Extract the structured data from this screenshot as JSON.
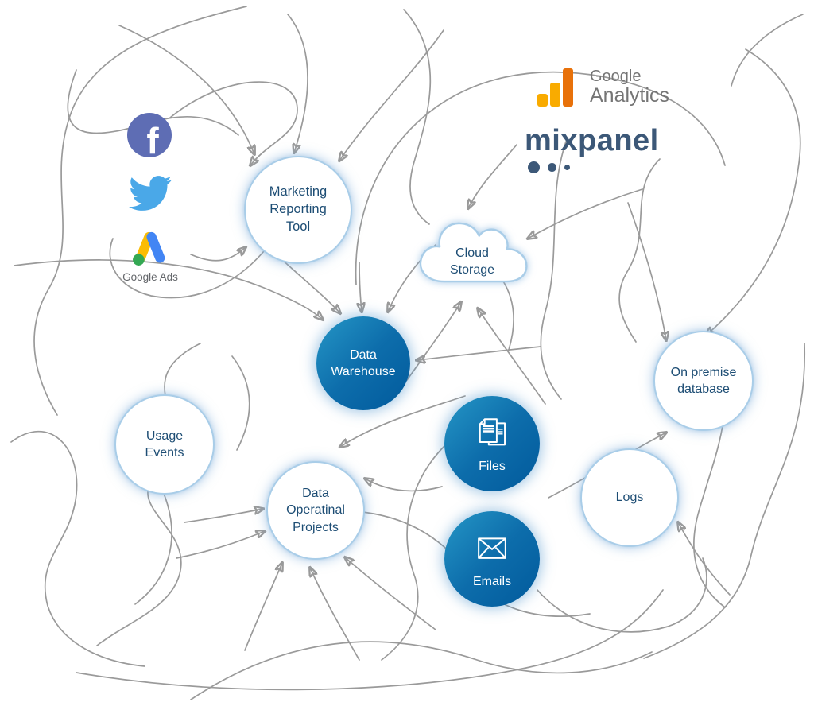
{
  "diagram": {
    "description": "Tangled data-source spaghetti diagram",
    "nodes": [
      {
        "id": "marketing-reporting-tool",
        "label": "Marketing Reporting Tool",
        "type": "outline-circle"
      },
      {
        "id": "cloud-storage",
        "label": "Cloud Storage",
        "type": "cloud"
      },
      {
        "id": "data-warehouse",
        "label": "Data Warehouse",
        "type": "solid-circle"
      },
      {
        "id": "usage-events",
        "label": "Usage Events",
        "type": "outline-circle"
      },
      {
        "id": "data-operatinal-projects",
        "label": "Data Operatinal Projects",
        "type": "outline-circle"
      },
      {
        "id": "files",
        "label": "Files",
        "type": "solid-circle",
        "icon": "documents-icon"
      },
      {
        "id": "emails",
        "label": "Emails",
        "type": "solid-circle",
        "icon": "envelope-icon"
      },
      {
        "id": "logs",
        "label": "Logs",
        "type": "outline-circle"
      },
      {
        "id": "on-premise-database",
        "label": "On premise database",
        "type": "outline-circle"
      }
    ],
    "logos": [
      {
        "id": "facebook",
        "name": "Facebook",
        "icon": "facebook-icon",
        "glyph": "f",
        "color": "#5e6db4"
      },
      {
        "id": "twitter",
        "name": "Twitter",
        "icon": "twitter-bird-icon",
        "color": "#4aa8e8"
      },
      {
        "id": "google-ads",
        "label": "Google Ads",
        "icon": "google-ads-icon",
        "colors": {
          "yellow": "#fbbc04",
          "blue": "#4285f4",
          "green": "#34a853"
        }
      },
      {
        "id": "google-analytics",
        "label_line1": "Google",
        "label_line2": "Analytics",
        "icon": "google-analytics-bars-icon",
        "colors": {
          "light_orange": "#f9ab00",
          "dark_orange": "#e8710a",
          "text_gray": "#757575"
        }
      },
      {
        "id": "mixpanel",
        "label": "mixpanel",
        "icon": "mixpanel-dots-icon",
        "color": "#3c5878"
      }
    ],
    "arrow_targets": [
      {
        "to": "marketing-reporting-tool",
        "count": 5
      },
      {
        "to": "data-warehouse",
        "count": 5
      },
      {
        "to": "cloud-storage",
        "count": 4
      },
      {
        "to": "data-operatinal-projects",
        "count": 7
      },
      {
        "to": "on-premise-database",
        "count": 3
      },
      {
        "to": "logs",
        "count": 1
      }
    ],
    "colors": {
      "solid_node_gradient_start": "#2596c6",
      "solid_node_gradient_end": "#015a9c",
      "outline_node_border": "#a9cde8",
      "node_text_navy": "#1d4d74",
      "arrow_gray": "#9a9a9a",
      "background": "#ffffff"
    }
  }
}
